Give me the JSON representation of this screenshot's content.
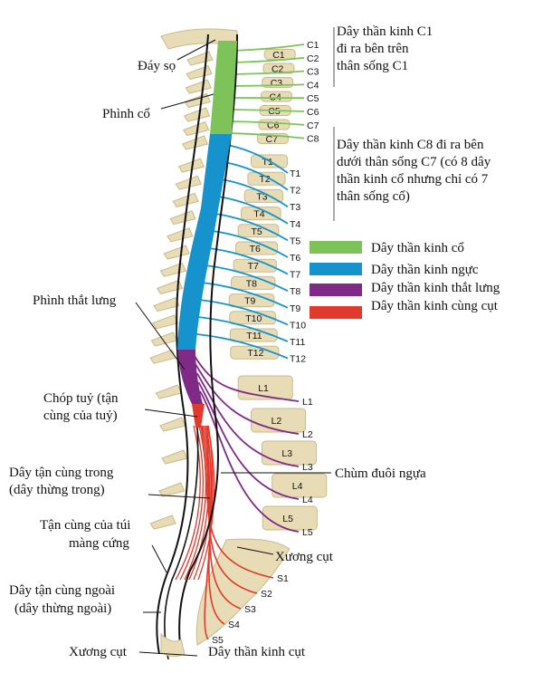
{
  "colors": {
    "cervical": "#7dc35a",
    "thoracic": "#1693cc",
    "lumbar": "#7e2a86",
    "sacral": "#e03a2c",
    "bone": "#e8dcb6",
    "bone_edge": "#c9b98a",
    "line": "#111111"
  },
  "annotations": {
    "c1_note": [
      "Dây thần kinh C1",
      "đi ra bên trên",
      "thân sống C1"
    ],
    "c8_note": [
      "Dây thần kinh C8 đi ra bên",
      "dưới thân sống C7 (có 8 dây",
      "thần kinh cổ nhưng chỉ có 7",
      "thân sống cổ)"
    ],
    "skull_base": "Đáy sọ",
    "cervical_enlargement": "Phình cổ",
    "lumbar_enlargement": "Phình thắt lưng",
    "conus": [
      "Chóp tuỷ (tận",
      "cùng của tuỷ)"
    ],
    "filum_internum": [
      "Dây tận cùng trong",
      "(dây thừng trong)"
    ],
    "dural_sac_end": [
      "Tận cùng của túi",
      "màng cứng"
    ],
    "filum_externum": [
      "Dây tận cùng ngoài",
      "(dây thừng ngoài)"
    ],
    "coccyx_left": "Xương cụt",
    "coccygeal_nerve": "Dây thần kinh cụt",
    "cauda_equina": "Chùm đuôi ngựa",
    "coccyx_right": "Xương cụt"
  },
  "legend": [
    {
      "label": "Dây thần kinh cổ",
      "color_key": "cervical"
    },
    {
      "label": "Dây thần kinh ngực",
      "color_key": "thoracic"
    },
    {
      "label": "Dây thần kinh thắt lưng",
      "color_key": "lumbar"
    },
    {
      "label": "Dây thần kinh cùng cụt",
      "color_key": "sacral"
    }
  ],
  "vertebra_labels": [
    "C1",
    "C2",
    "C3",
    "C4",
    "C5",
    "C6",
    "C7",
    "T1",
    "T2",
    "T3",
    "T4",
    "T5",
    "T6",
    "T7",
    "T8",
    "T9",
    "T10",
    "T11",
    "T12",
    "L1",
    "L2",
    "L3",
    "L4",
    "L5"
  ],
  "nerve_labels": {
    "cervical": [
      "C1",
      "C2",
      "C3",
      "C4",
      "C5",
      "C6",
      "C7",
      "C8"
    ],
    "thoracic": [
      "T1",
      "T2",
      "T3",
      "T4",
      "T5",
      "T6",
      "T7",
      "T8",
      "T9",
      "T10",
      "T11",
      "T12"
    ],
    "lumbar": [
      "L1",
      "L2",
      "L3",
      "L4",
      "L5"
    ],
    "sacral": [
      "S1",
      "S2",
      "S3",
      "S4",
      "S5"
    ]
  }
}
